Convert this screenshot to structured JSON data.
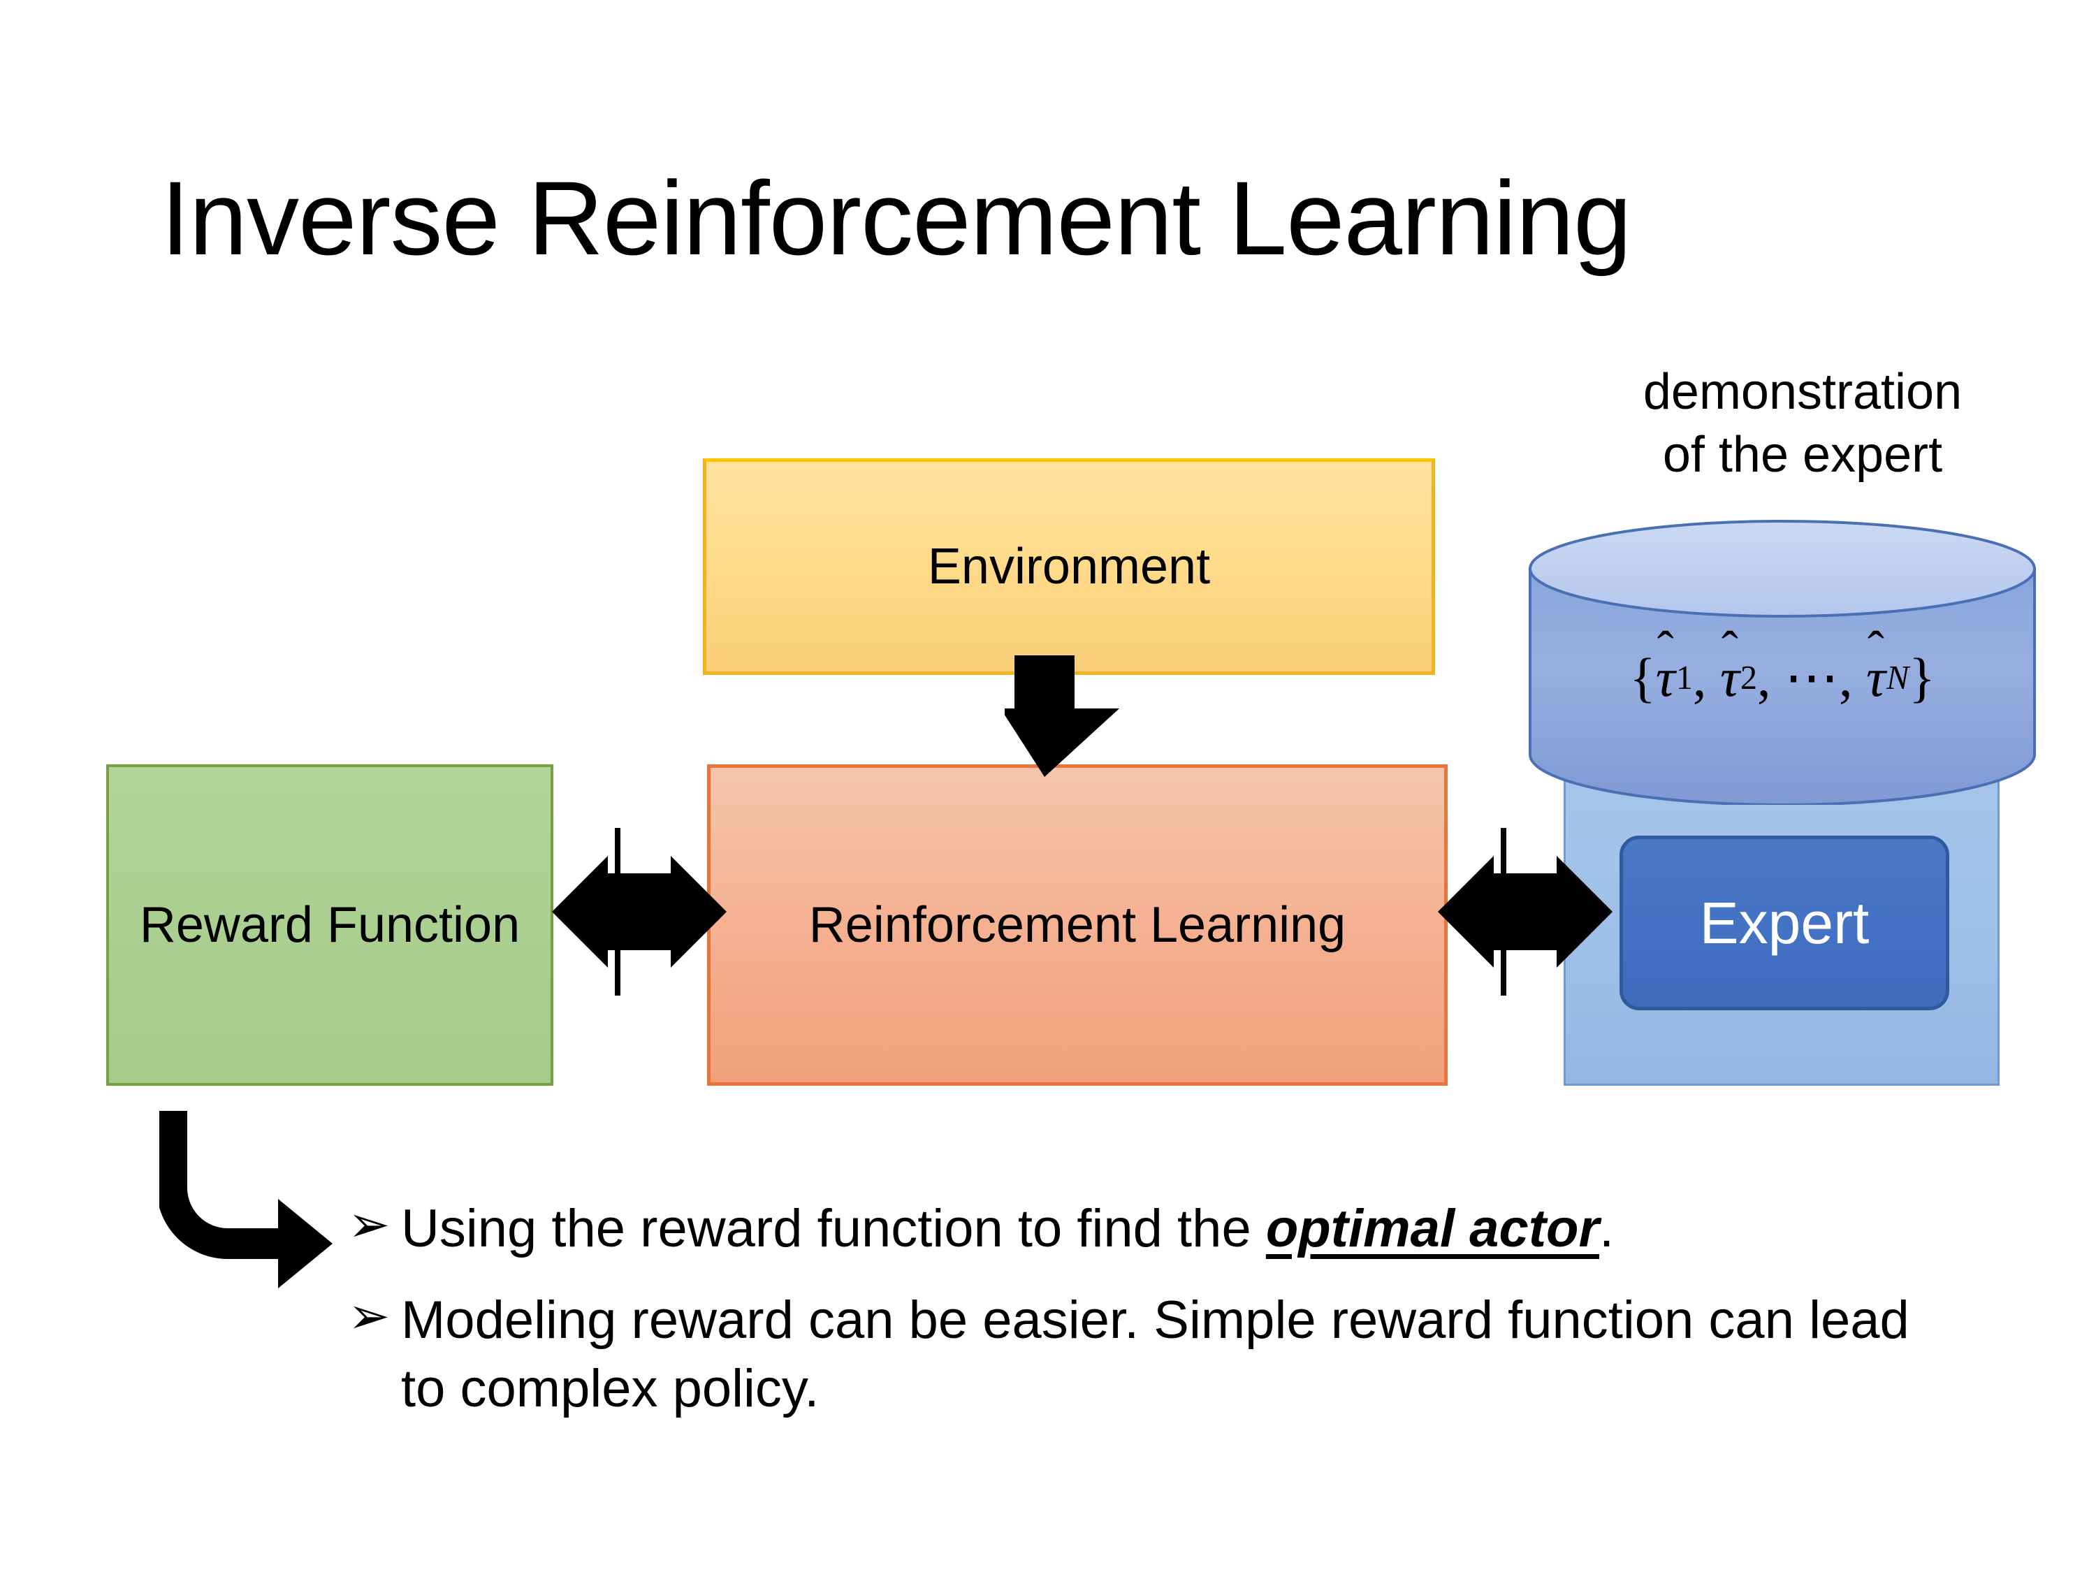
{
  "slide": {
    "title": "Inverse Reinforcement Learning",
    "background_color": "#ffffff"
  },
  "diagram": {
    "environment": {
      "label": "Environment",
      "fill_color": "#ffdb8c",
      "border_color": "#f0b323"
    },
    "reinforcement_learning": {
      "label": "Reinforcement Learning",
      "fill_color": "#f5b79a",
      "border_color": "#e8763c"
    },
    "reward_function": {
      "label": "Reward Function",
      "fill_color": "#aacf90",
      "border_color": "#76a142"
    },
    "expert": {
      "label": "Expert",
      "fill_color": "#4472c4",
      "border_color": "#2e5a9e",
      "text_color": "#ffffff"
    },
    "expert_panel": {
      "fill_color": "#9dbfe8",
      "border_color": "#6f9ad4"
    },
    "demonstration": {
      "caption_line_1": "demonstration",
      "caption_line_2": "of the expert",
      "formula": {
        "open_brace": "{",
        "terms": [
          {
            "symbol": "τ",
            "hat": "̂",
            "subscript": "1",
            "subscript_italic": false
          },
          {
            "symbol": "τ",
            "hat": "̂",
            "subscript": "2",
            "subscript_italic": false
          },
          {
            "symbol": "⋯",
            "hat": "",
            "subscript": "",
            "subscript_italic": false
          },
          {
            "symbol": "τ",
            "hat": "̂",
            "subscript": "N",
            "subscript_italic": true
          }
        ],
        "separator": ",",
        "close_brace": "}",
        "plain_text": "{τ̂1, τ̂2, ⋯, τ̂N}"
      },
      "cylinder_top_color": "#c0d2ee",
      "cylinder_body_color": "#8da7dd",
      "cylinder_stroke_color": "#4a6fb5"
    },
    "arrows": [
      {
        "name": "environment-to-rl",
        "kind": "down-arrow",
        "color": "#000000"
      },
      {
        "name": "reward-rl-exchange",
        "kind": "quad-arrow",
        "color": "#000000"
      },
      {
        "name": "rl-expert-exchange",
        "kind": "quad-arrow",
        "color": "#000000"
      },
      {
        "name": "reward-to-notes",
        "kind": "elbow-arrow",
        "color": "#000000"
      }
    ]
  },
  "bullets": [
    {
      "marker": "➢",
      "text_before": "Using the reward function to find the ",
      "emphasis": "optimal actor",
      "text_after": "."
    },
    {
      "marker": "➢",
      "text_before": "Modeling reward can be easier. Simple reward function can lead to complex policy.",
      "emphasis": "",
      "text_after": ""
    }
  ]
}
